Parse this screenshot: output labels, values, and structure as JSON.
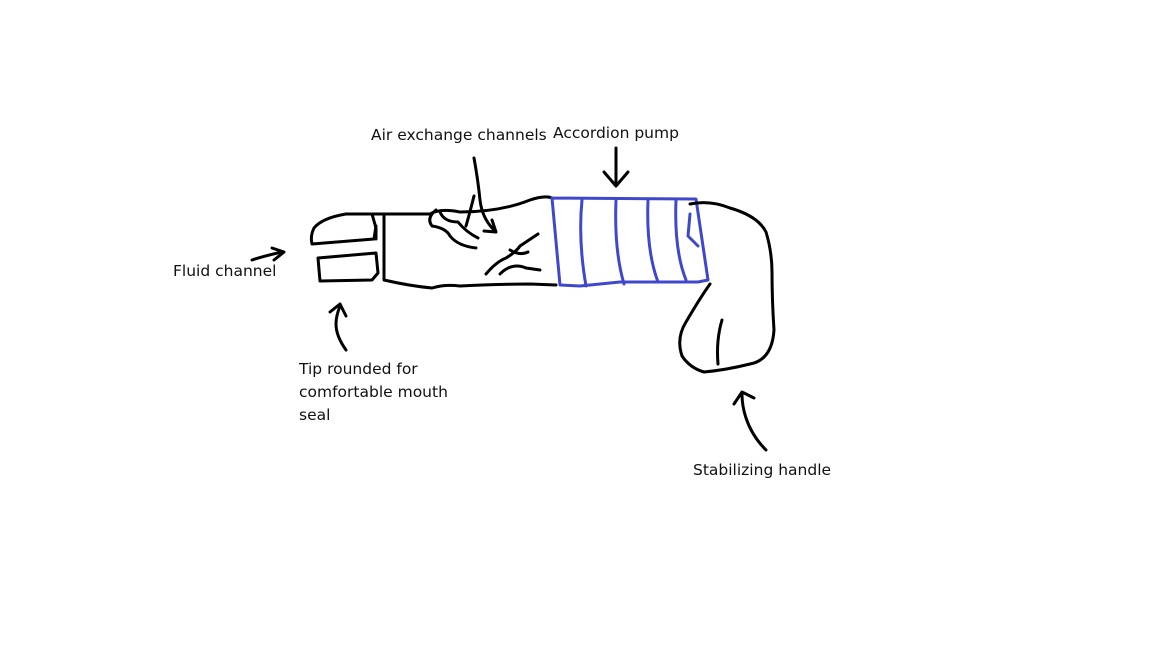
{
  "labels": {
    "air_exchange_channels": "Air exchange channels",
    "accordion_pump": "Accordion pump",
    "fluid_channel": "Fluid channel",
    "tip_rounded_line1": "Tip rounded for",
    "tip_rounded_line2": "comfortable mouth",
    "tip_rounded_line3": "seal",
    "stabilizing_handle": "Stabilizing handle"
  },
  "colors": {
    "ink": "#000000",
    "pump": "#3f48cc",
    "background": "#ffffff"
  }
}
